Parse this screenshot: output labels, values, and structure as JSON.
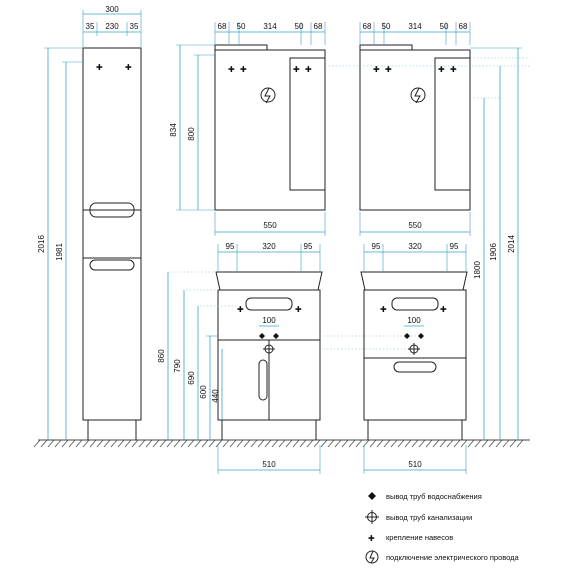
{
  "column": {
    "width_total": "300",
    "width_parts": [
      "35",
      "230",
      "35"
    ],
    "heights": [
      "2016",
      "1981"
    ]
  },
  "mirror_left": {
    "top_parts": [
      "68",
      "50",
      "314",
      "50",
      "68"
    ],
    "heights": [
      "834",
      "800"
    ],
    "width": "550"
  },
  "mirror_right": {
    "top_parts": [
      "68",
      "50",
      "314",
      "50",
      "68"
    ],
    "width": "550",
    "heights": [
      "1800",
      "1906",
      "2014"
    ]
  },
  "vanity_left": {
    "top_parts": [
      "95",
      "320",
      "95"
    ],
    "pipe_spacing": "100",
    "heights": [
      "860",
      "790",
      "690",
      "600",
      "440"
    ],
    "width": "510"
  },
  "vanity_right": {
    "top_parts": [
      "95",
      "320",
      "95"
    ],
    "pipe_spacing": "100",
    "width": "510"
  },
  "legend": [
    {
      "icon": "water-supply-icon",
      "label": "вывод труб водоснабжения"
    },
    {
      "icon": "sewer-outlet-icon",
      "label": "вывод труб канализации"
    },
    {
      "icon": "hinge-mount-icon",
      "label": "крепление навесов"
    },
    {
      "icon": "electric-connection-icon",
      "label": "подключение электрического провода"
    }
  ],
  "colors": {
    "dimension": "#3aa0c8",
    "outline": "#222222",
    "floor_hatch": "#444444"
  }
}
